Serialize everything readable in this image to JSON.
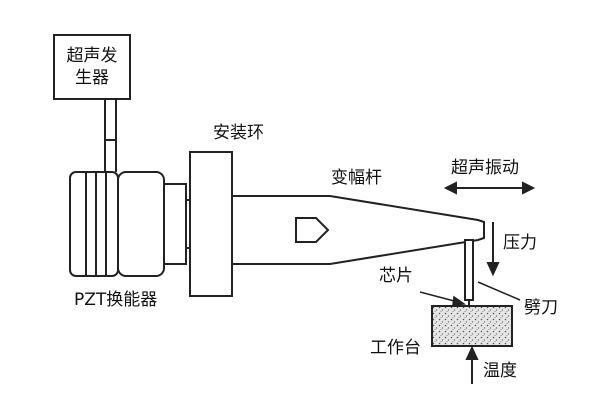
{
  "labels": {
    "generator_line1": "超声发",
    "generator_line2": "生器",
    "mounting_ring": "安装环",
    "horn": "变幅杆",
    "ultrasonic_vibration": "超声振动",
    "pressure": "压力",
    "chip": "芯片",
    "wedge_tool": "劈刀",
    "workbench": "工作台",
    "temperature": "温度",
    "transducer": "PZT换能器"
  },
  "colors": {
    "line": "#222222",
    "workbench_fill": "#e6e6e6",
    "workbench_dots": "#555555"
  }
}
